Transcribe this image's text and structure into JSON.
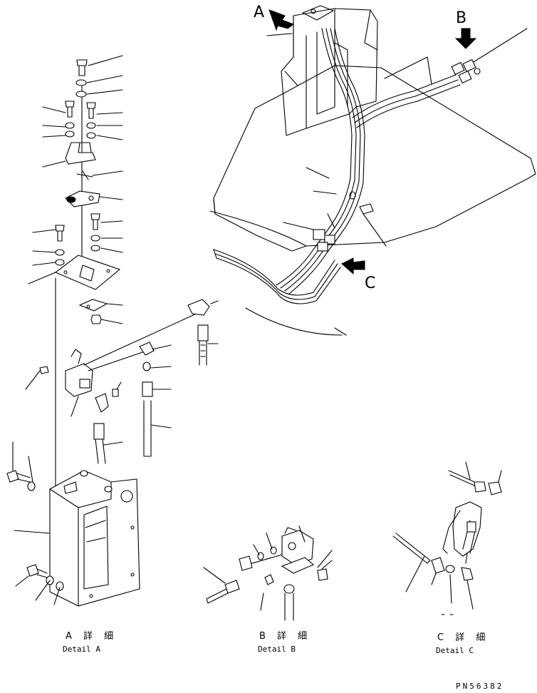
{
  "callouts": {
    "a": "A",
    "b": "B",
    "c": "C"
  },
  "details": {
    "a": {
      "jp": "A 詳 細",
      "en": "Detail A"
    },
    "b": {
      "jp": "B 詳 細",
      "en": "Detail B"
    },
    "c": {
      "jp": "C 詳 細",
      "en": "Detail C"
    }
  },
  "part_number": "PN56382",
  "colors": {
    "ink": "#000000",
    "paper": "#ffffff"
  }
}
